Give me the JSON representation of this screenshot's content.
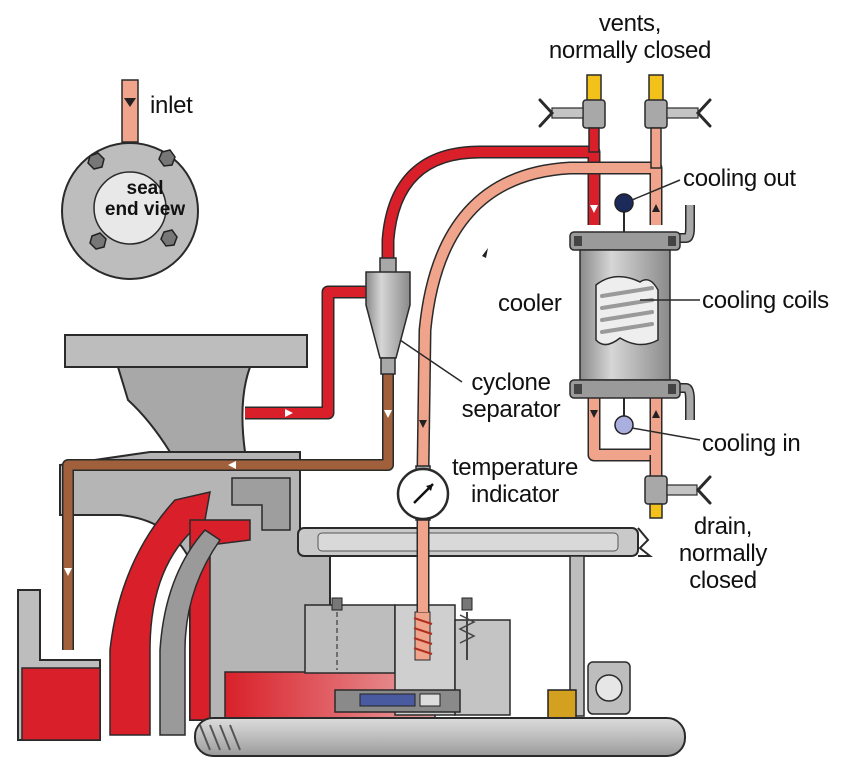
{
  "labels": {
    "vents": [
      "vents,",
      "normally closed"
    ],
    "inlet": "inlet",
    "seal_end_view": [
      "seal",
      "end view"
    ],
    "cooling_out": "cooling out",
    "cooler": "cooler",
    "cooling_coils": "cooling coils",
    "cyclone_separator": [
      "cyclone",
      "separator"
    ],
    "cooling_in": "cooling in",
    "temperature_indicator": [
      "temperature",
      "indicator"
    ],
    "drain": [
      "drain,",
      "normally",
      "closed"
    ]
  },
  "colors": {
    "hot_line": "#d9202a",
    "cool_line": "#f0a48c",
    "return_line": "#a0603c",
    "vent_cap": "#f2c21a",
    "metal": "#b9b9b9",
    "metal_dark": "#8e8e8e",
    "outline": "#2a2a2a"
  }
}
